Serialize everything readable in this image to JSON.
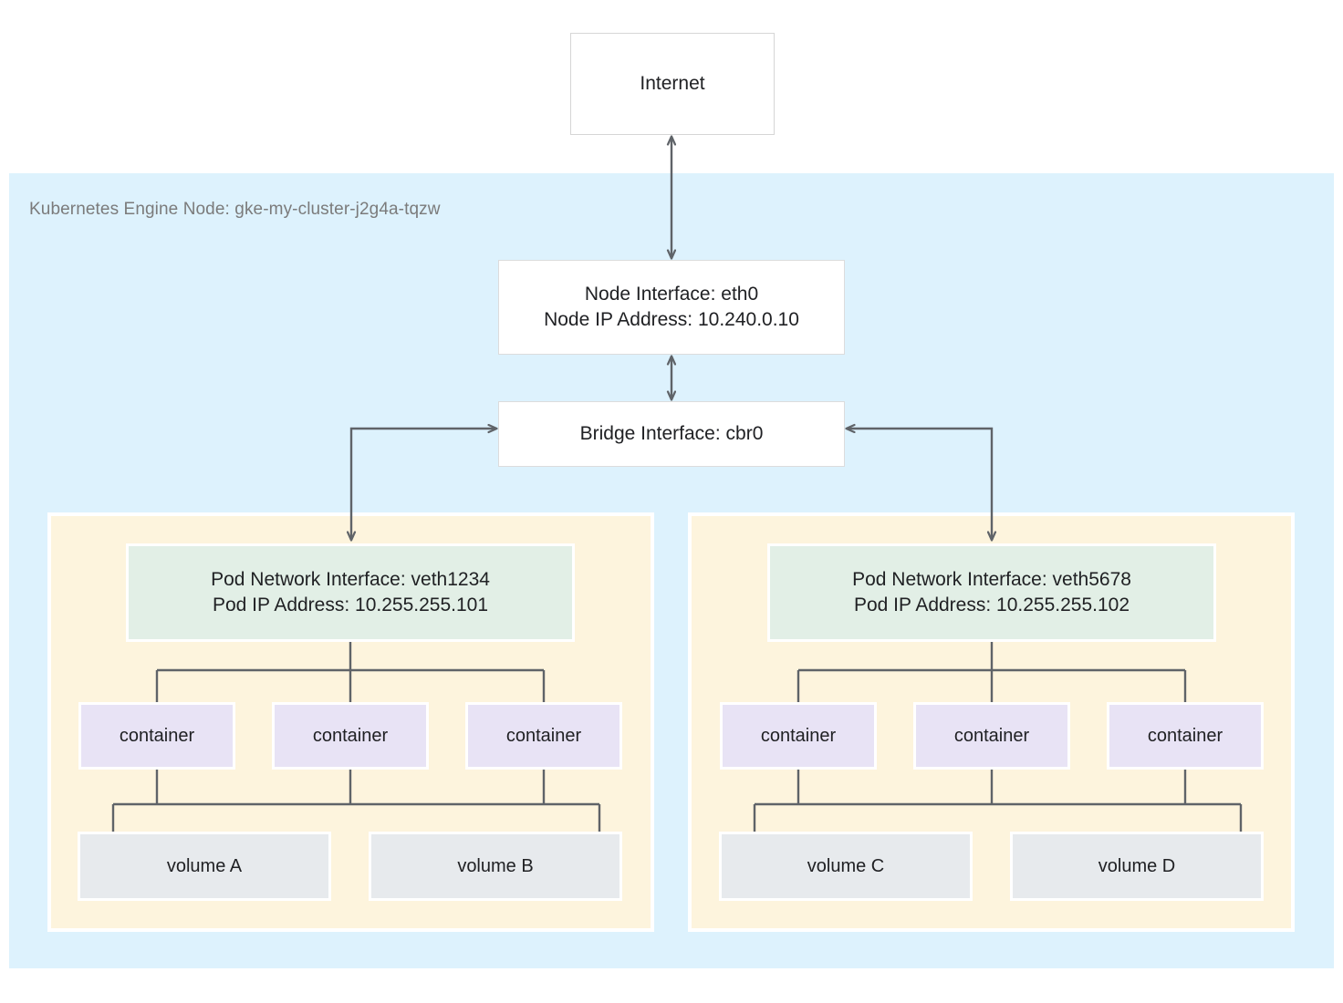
{
  "diagram": {
    "title": "Kubernetes Engine Node network topology",
    "colors": {
      "node_region_bg": "#ddf2fd",
      "pod_region_bg": "#fdf4dd",
      "pod_interface_bg": "#e2efe6",
      "container_bg": "#e8e3f5",
      "volume_bg": "#e7eaed",
      "box_bg": "#ffffff",
      "box_border": "#dcdcdc",
      "connector": "#5f6368",
      "text": "#202124",
      "region_label_text": "#7b7b7b"
    }
  },
  "internet": {
    "label": "Internet"
  },
  "node": {
    "region_label": "Kubernetes Engine Node: gke-my-cluster-j2g4a-tqzw",
    "interface": {
      "line1": "Node Interface: eth0",
      "line2": "Node IP Address: 10.240.0.10"
    },
    "bridge": {
      "label": "Bridge Interface: cbr0"
    }
  },
  "pods": [
    {
      "interface": {
        "line1": "Pod Network Interface: veth1234",
        "line2": "Pod IP Address: 10.255.255.101"
      },
      "containers": [
        {
          "label": "container"
        },
        {
          "label": "container"
        },
        {
          "label": "container"
        }
      ],
      "volumes": [
        {
          "label": "volume A"
        },
        {
          "label": "volume B"
        }
      ]
    },
    {
      "interface": {
        "line1": "Pod Network Interface: veth5678",
        "line2": "Pod IP Address: 10.255.255.102"
      },
      "containers": [
        {
          "label": "container"
        },
        {
          "label": "container"
        },
        {
          "label": "container"
        }
      ],
      "volumes": [
        {
          "label": "volume C"
        },
        {
          "label": "volume D"
        }
      ]
    }
  ]
}
